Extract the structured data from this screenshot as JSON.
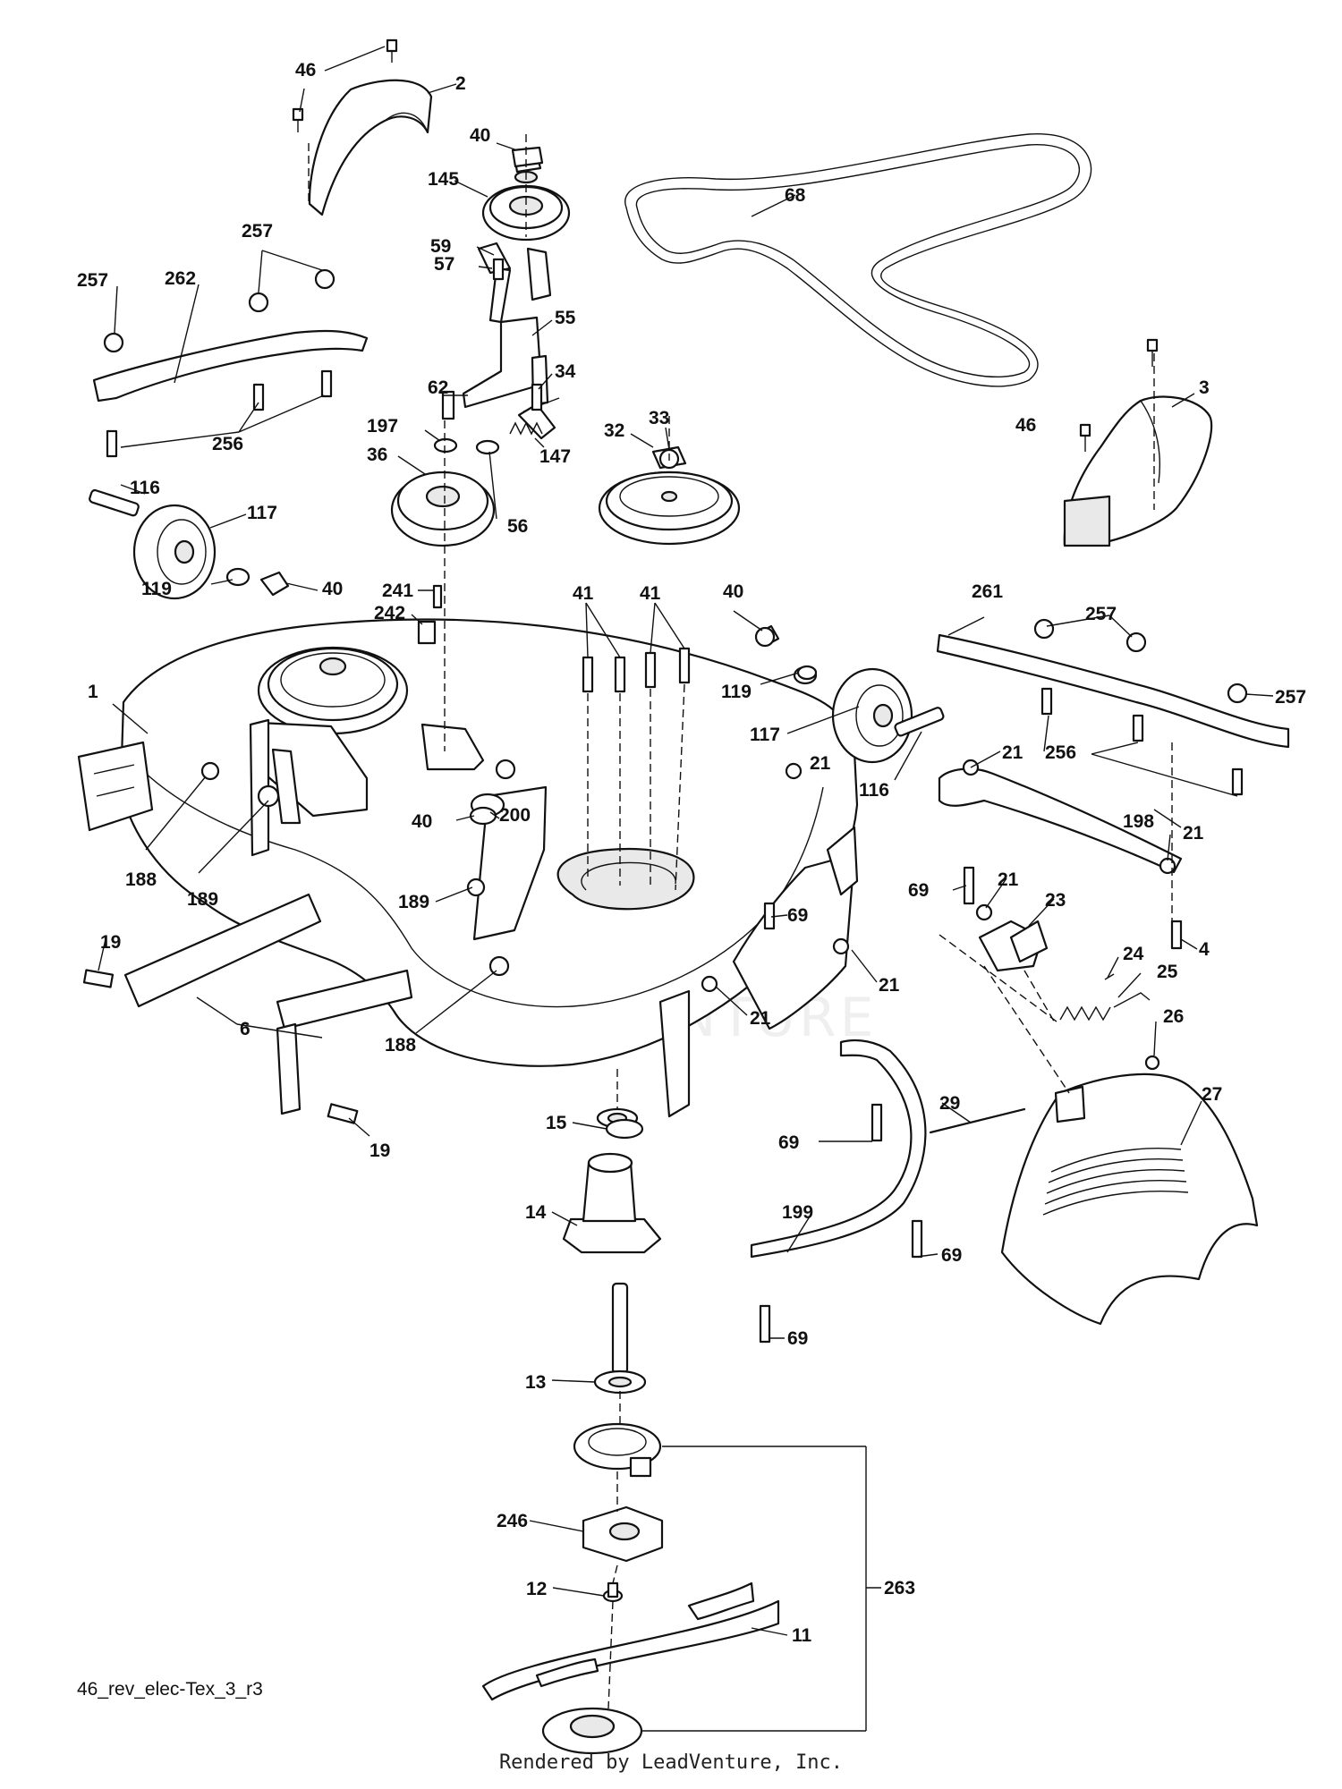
{
  "diagram_id": "46_rev_elec-Tex_3_r3",
  "credit": "Rendered by LeadVenture, Inc.",
  "watermark": "LEADVENTURE",
  "colors": {
    "line": "#111111",
    "background": "#ffffff"
  },
  "callouts": {
    "c1": "1",
    "c2": "2",
    "c3": "3",
    "c4": "4",
    "c6": "6",
    "c11": "11",
    "c12": "12",
    "c13": "13",
    "c14": "14",
    "c15": "15",
    "c19": "19",
    "c21": "21",
    "c23": "23",
    "c24": "24",
    "c25": "25",
    "c26": "26",
    "c27": "27",
    "c29": "29",
    "c32": "32",
    "c33": "33",
    "c34": "34",
    "c36": "36",
    "c40": "40",
    "c41": "41",
    "c46": "46",
    "c55": "55",
    "c56": "56",
    "c57": "57",
    "c59": "59",
    "c62": "62",
    "c68": "68",
    "c69": "69",
    "c116": "116",
    "c117": "117",
    "c119": "119",
    "c145": "145",
    "c147": "147",
    "c188": "188",
    "c189": "189",
    "c197": "197",
    "c198": "198",
    "c199": "199",
    "c200": "200",
    "c241": "241",
    "c242": "242",
    "c246": "246",
    "c256": "256",
    "c257": "257",
    "c261": "261",
    "c262": "262",
    "c263": "263"
  }
}
